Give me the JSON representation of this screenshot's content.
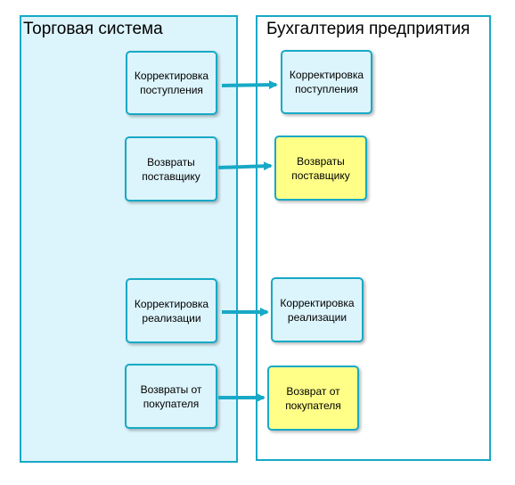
{
  "panes": {
    "left_title": "Торговая система",
    "right_title": "Бухгалтерия предприятия"
  },
  "trade": [
    "Корректировка\nпоступления",
    "Возвраты\nпоставщику",
    "Корректировка\nреализации",
    "Возвраты от\nпокупателя"
  ],
  "accounting": [
    "Корректировка\nпоступления",
    "Возвраты\nпоставщику",
    "Корректировка\nреализации",
    "Возврат от\nпокупателя"
  ],
  "colors": {
    "border": "#17a9c6",
    "pane_fill": "#dcf4fb",
    "highlight_fill": "#ffff88",
    "arrow": "#17a9c6"
  }
}
